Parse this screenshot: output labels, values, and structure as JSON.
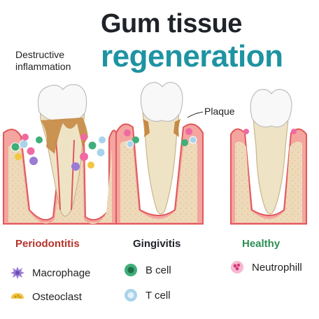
{
  "title": {
    "line1": "Gum tissue",
    "line2": "regeneration"
  },
  "annotations": {
    "destructive": [
      "Destructive",
      "inflammation"
    ],
    "plaque": "Plaque"
  },
  "stages": [
    {
      "label": "Periodontitis",
      "color": "#b5332b"
    },
    {
      "label": "Gingivitis",
      "color": "#1f2329"
    },
    {
      "label": "Healthy",
      "color": "#2e8f55"
    }
  ],
  "legend": [
    {
      "label": "Macrophage",
      "icon": "macrophage-icon",
      "color": "#9a7bd6"
    },
    {
      "label": "Osteoclast",
      "icon": "osteoclast-icon",
      "color": "#f2c641"
    },
    {
      "label": "B cell",
      "icon": "b-cell-icon",
      "color": "#3fae7a"
    },
    {
      "label": "T cell",
      "icon": "t-cell-icon",
      "color": "#a9d3ea"
    },
    {
      "label": "Neutrophill",
      "icon": "neutrophil-icon",
      "color": "#f06aa2"
    }
  ],
  "colors": {
    "gum": "#f4a5a0",
    "gumDark": "#e1585a",
    "bone": "#eed9b8",
    "enamel": "#f8f8f8",
    "root": "#efe3c6",
    "tartar": "#c78a45"
  }
}
